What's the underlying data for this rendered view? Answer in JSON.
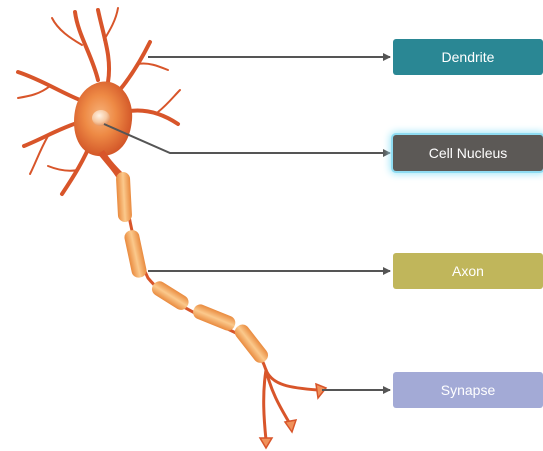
{
  "labels": [
    {
      "id": "dendrite",
      "text": "Dendrite",
      "color": "#2a8794"
    },
    {
      "id": "nucleus",
      "text": "Cell Nucleus",
      "color": "#5c5956",
      "highlight": "#8fdcf2"
    },
    {
      "id": "axon",
      "text": "Axon",
      "color": "#c0b65b"
    },
    {
      "id": "synapse",
      "text": "Synapse",
      "color": "#a3aad6"
    }
  ],
  "colors": {
    "soma": "#e8772e",
    "dendrite": "#d8552a",
    "axon_segment": "#f2a45a",
    "leader_line": "#555555"
  }
}
